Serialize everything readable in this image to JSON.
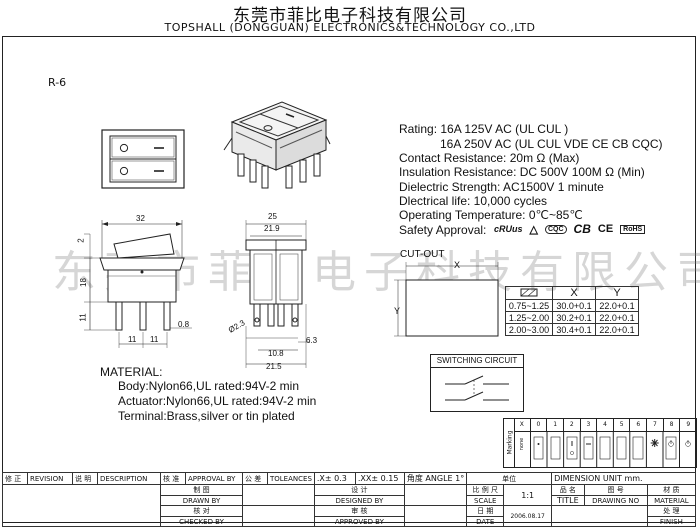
{
  "header": {
    "company_cn": "东莞市菲比电子科技有限公司",
    "company_en": "TOPSHALL (DONGGUAN) ELECTRONICS&TECHNOLOGY CO.,LTD"
  },
  "model": "R-6",
  "watermark": "东莞市菲比电子科技有限公司",
  "specs": {
    "rating_1": "Rating: 16A 125V AC (UL  CUL  )",
    "rating_2": "16A 250V AC (UL  CUL  VDE CE CB CQC)",
    "contact_resistance": "Contact Resistance: 20m Ω (Max)",
    "insulation_resistance": "Insulation Resistance: DC 500V 100M Ω  (Min)",
    "dielectric_strength": "Dielectric Strength: AC1500V 1 minute",
    "electrical_life": "Dlectrical life: 10,000 cycles",
    "operating_temperature": "Operating Temperature: 0℃~85℃",
    "safety_approval": "Safety Approval:",
    "cert_marks": [
      "cRUus",
      "△",
      "CQC",
      "CB",
      "CE",
      "RoHS"
    ]
  },
  "dimensions": {
    "front_width": "32",
    "front_left_1": "2",
    "front_left_2": "18",
    "front_left_3": "11",
    "front_pin_a": "11",
    "front_pin_b": "11",
    "front_pin_thk": "0.8",
    "front_hole": "Ø2.3",
    "side_width_outer": "25",
    "side_width_inner": "21.9",
    "side_pin_gap": "6.3",
    "side_bottom_1": "10.8",
    "side_bottom_2": "21.5"
  },
  "cutout": {
    "label": "CUT-OUT",
    "x_label": "X",
    "y_label": "Y",
    "headers": [
      "",
      "X",
      "Y"
    ],
    "rows": [
      [
        "0.75~1.25",
        "30.0+0.1",
        "22.0+0.1"
      ],
      [
        "1.25~2.00",
        "30.2+0.1",
        "22.0+0.1"
      ],
      [
        "2.00~3.00",
        "30.4+0.1",
        "22.0+0.1"
      ]
    ]
  },
  "switching_circuit": {
    "label": "SWITCHING CIRCUIT"
  },
  "material": {
    "title": "MATERIAL:",
    "body": "Body:Nylon66,UL rated:94V-2 min",
    "actuator": "Actuator:Nylon66,UL rated:94V-2 min",
    "terminal": "Terminal:Brass,silver or tin plated"
  },
  "marking": {
    "side_label": "Marking",
    "codes": [
      "X",
      "0",
      "1",
      "2",
      "3",
      "4",
      "5",
      "6",
      "7",
      "8",
      "9"
    ],
    "none_label": "none"
  },
  "title_block": {
    "revision_cn": "修 正",
    "revision_en": "REVISION",
    "description_cn": "说 明",
    "description_en": "DESCRIPTION",
    "approval_cn": "核 准",
    "approval_en": "APPROVAL BY",
    "tolerances_cn": "公 差",
    "tolerances_en": "TOLEANCES",
    "tol_1": ".X± 0.3",
    "tol_2": ".XX± 0.15",
    "angle": "角度 ANGLE 1°",
    "unit_cn": "单位",
    "dimension_unit": "DIMENSION UNIT    mm.",
    "drawn_cn": "制 图",
    "drawn_en": "DRAWN BY",
    "designed_cn": "设 计",
    "designed_en": "DESIGNED BY",
    "scale_cn": "比 例 尺",
    "scale_en": "SCALE",
    "scale_value": "1:1",
    "name_cn": "品    名",
    "title_en": "TITLE",
    "drawing_no_cn": "图    号",
    "drawing_no_en": "DRAWING NO",
    "material_cn": "材    质",
    "material_en": "MATERIAL",
    "finish_cn": "处    理",
    "finish_en": "FINISH",
    "checked_cn": "核 对",
    "checked_en": "CHECKED BY",
    "approved_cn": "审 核",
    "approved_en": "APPROVED BY",
    "date_cn": "日 期",
    "date_en": "DATE",
    "date_value": "2006.08.17"
  }
}
